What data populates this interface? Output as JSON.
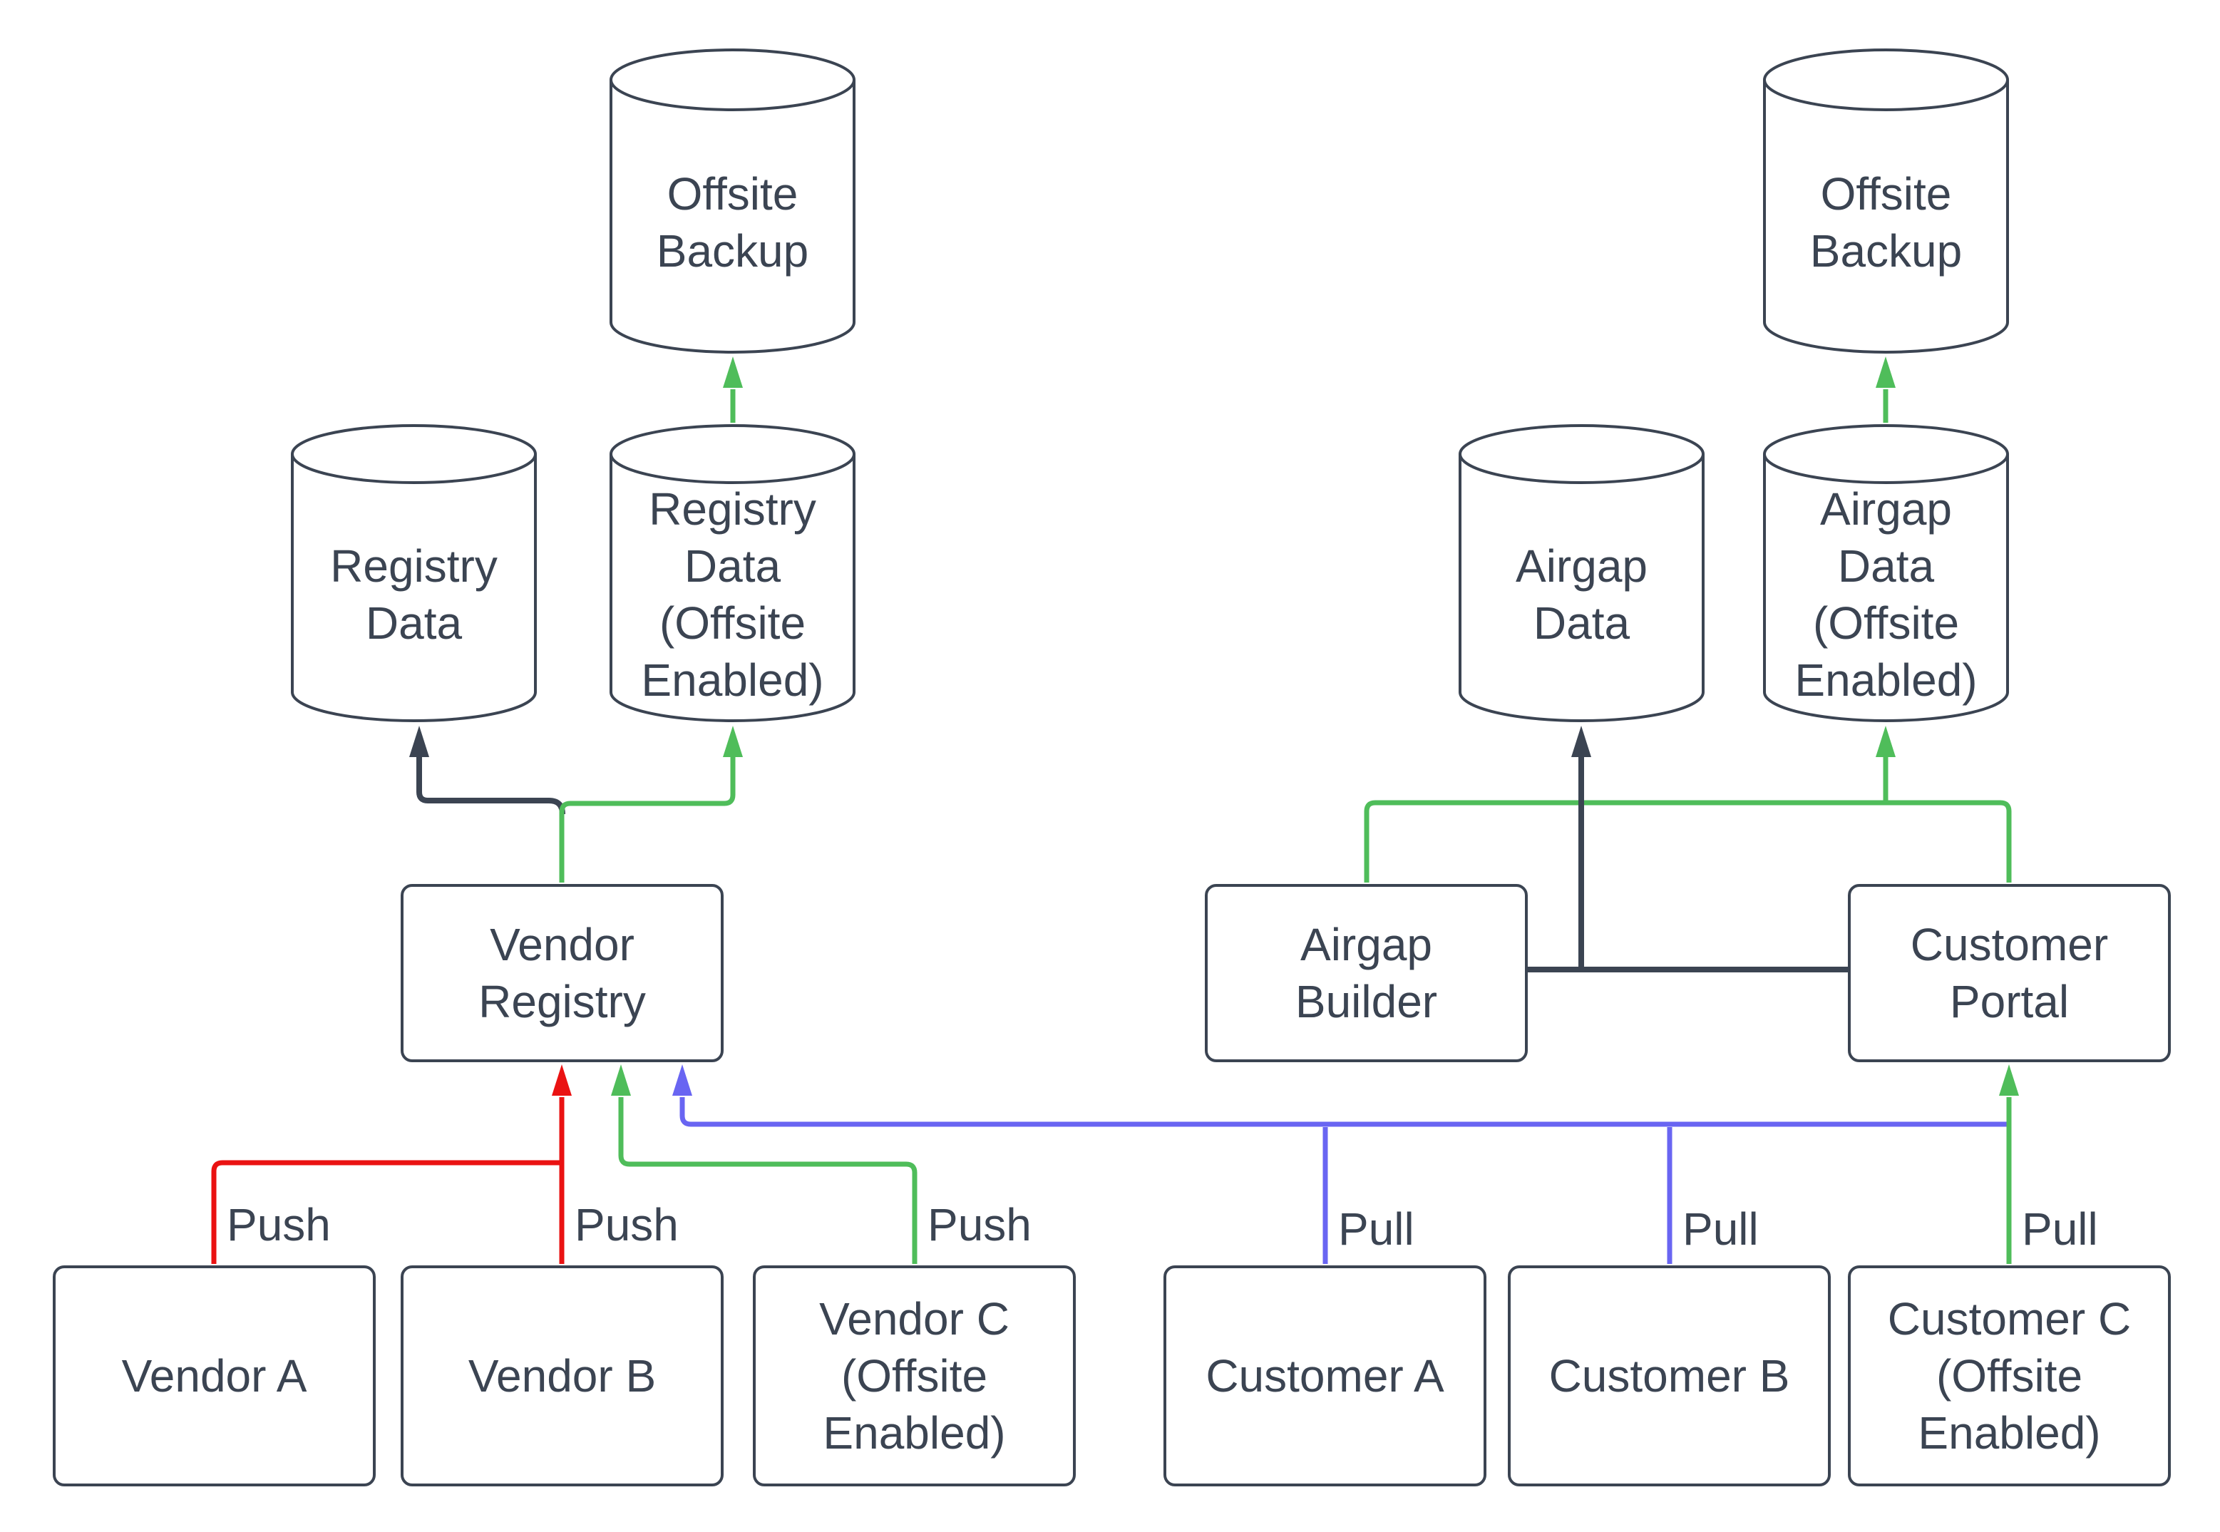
{
  "diagram": {
    "colors": {
      "dark": "#3b4452",
      "green": "#4fbd5a",
      "red": "#ea1212",
      "blue": "#6965f2",
      "text": "#3b4452",
      "background": "#ffffff"
    },
    "nodes": {
      "offsite_backup_left": {
        "label": "Offsite\nBackup",
        "shape": "cylinder"
      },
      "registry_data": {
        "label": "Registry\nData",
        "shape": "cylinder"
      },
      "registry_data_offsite": {
        "label": "Registry\nData\n(Offsite\nEnabled)",
        "shape": "cylinder"
      },
      "vendor_registry": {
        "label": "Vendor\nRegistry",
        "shape": "rect"
      },
      "vendor_a": {
        "label": "Vendor A",
        "shape": "rect"
      },
      "vendor_b": {
        "label": "Vendor B",
        "shape": "rect"
      },
      "vendor_c": {
        "label": "Vendor C\n(Offsite\nEnabled)",
        "shape": "rect"
      },
      "offsite_backup_right": {
        "label": "Offsite\nBackup",
        "shape": "cylinder"
      },
      "airgap_data": {
        "label": "Airgap\nData",
        "shape": "cylinder"
      },
      "airgap_data_offsite": {
        "label": "Airgap\nData\n(Offsite\nEnabled)",
        "shape": "cylinder"
      },
      "airgap_builder": {
        "label": "Airgap\nBuilder",
        "shape": "rect"
      },
      "customer_portal": {
        "label": "Customer\nPortal",
        "shape": "rect"
      },
      "customer_a": {
        "label": "Customer A",
        "shape": "rect"
      },
      "customer_b": {
        "label": "Customer B",
        "shape": "rect"
      },
      "customer_c": {
        "label": "Customer C\n(Offsite\nEnabled)",
        "shape": "rect"
      }
    },
    "edge_labels": {
      "vendor_a": "Push",
      "vendor_b": "Push",
      "vendor_c": "Push",
      "customer_a": "Pull",
      "customer_b": "Pull",
      "customer_c": "Pull"
    }
  }
}
